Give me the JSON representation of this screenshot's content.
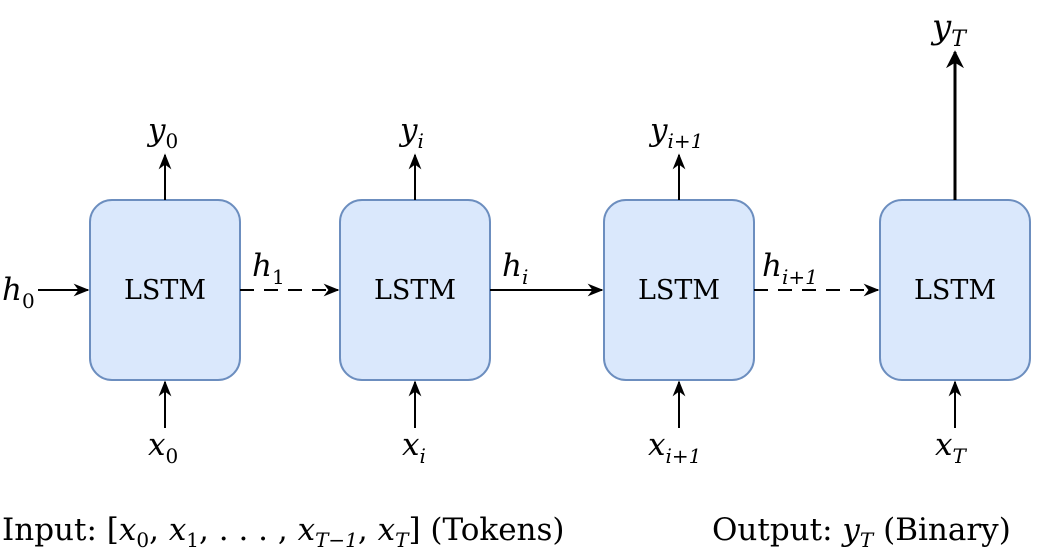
{
  "cells": [
    "LSTM",
    "LSTM",
    "LSTM",
    "LSTM"
  ],
  "outputs": {
    "y0": {
      "var": "y",
      "sub": "0"
    },
    "yi": {
      "var": "y",
      "sub": "i"
    },
    "yi1": {
      "var": "y",
      "sub": "i+1"
    },
    "yT": {
      "var": "y",
      "sub": "T"
    }
  },
  "inputs": {
    "x0": {
      "var": "x",
      "sub": "0"
    },
    "xi": {
      "var": "x",
      "sub": "i"
    },
    "xi1": {
      "var": "x",
      "sub": "i+1"
    },
    "xT": {
      "var": "x",
      "sub": "T"
    }
  },
  "hidden": {
    "h0": {
      "var": "h",
      "sub": "0"
    },
    "h1": {
      "var": "h",
      "sub": "1"
    },
    "hi": {
      "var": "h",
      "sub": "i"
    },
    "hi1": {
      "var": "h",
      "sub": "i+1"
    }
  },
  "caption": {
    "input_prefix": "Input: [",
    "input_seq_open": "x",
    "input_sub0": "0",
    "comma1": ", ",
    "input_sub1": "1",
    "ellipsis": ", . . . , ",
    "input_subTm1": "T−1",
    "comma2": ", ",
    "input_subT": "T",
    "input_close": "]",
    "input_suffix": " (Tokens)",
    "output_prefix": "Output: ",
    "output_var": "y",
    "output_sub": "T",
    "output_suffix": " (Binary)"
  }
}
